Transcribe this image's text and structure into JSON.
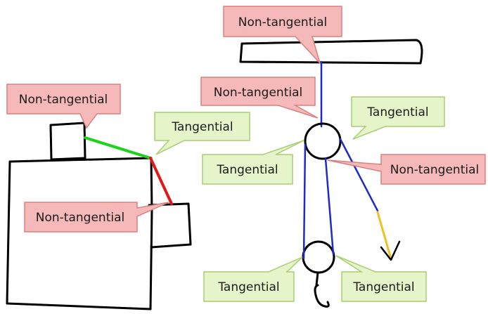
{
  "callouts": {
    "top_center": "Non-tangential",
    "left_top": "Non-tangential",
    "left_middle": "Tangential",
    "left_bottom": "Non-tangential",
    "pulley_left_upper": "Non-tangential",
    "pulley_right_upper": "Tangential",
    "pulley_left_mid": "Tangential",
    "pulley_right_mid": "Non-tangential",
    "pulley_left_low": "Tangential",
    "pulley_right_low": "Tangential"
  },
  "colors": {
    "red_callout_fill": "#f6b9b9",
    "red_callout_stroke": "#d98080",
    "green_callout_fill": "#e6f5c9",
    "green_callout_stroke": "#a6cf70",
    "sketch_black": "#000000",
    "rope_blue": "#1f2bc8",
    "segment_green": "#19d419",
    "segment_red": "#e01818",
    "arrow_yellow": "#f0c020"
  }
}
